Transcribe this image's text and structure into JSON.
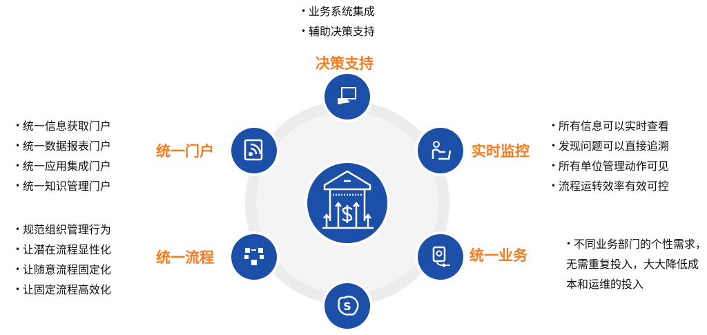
{
  "colors": {
    "blue": "#1c50a8",
    "orange": "#f57c1f",
    "ring": "#efefef"
  },
  "center": {
    "icon": "bank-dollar-growth-icon"
  },
  "nodes": {
    "top": {
      "title": "决策支持",
      "icon": "hand-holding-window-icon",
      "items": [
        "业务系统集成",
        "辅助决策支持"
      ]
    },
    "portal": {
      "title": "统一门户",
      "icon": "rss-book-icon",
      "items": [
        "统一信息获取门户",
        "统一数据报表门户",
        "统一应用集成门户",
        "统一知识管理门户"
      ]
    },
    "monitor": {
      "title": "实时监控",
      "icon": "person-laptop-icon",
      "items": [
        "所有信息可以实时查看",
        "发现问题可以直接追溯",
        "所有单位管理动作可见",
        "流程运转效率有效可控"
      ]
    },
    "process": {
      "title": "统一流程",
      "icon": "team-workflow-icon",
      "items": [
        "规范组织管理行为",
        "让潜在流程显性化",
        "让随意流程固定化",
        "让固定流程高效化"
      ]
    },
    "business": {
      "title": "统一业务",
      "icon": "device-connection-icon",
      "text": "不同业务部门的个性需求，无需重复投入，大大降低成本和运维的投入"
    },
    "bottom": {
      "icon": "skype-s-icon"
    }
  }
}
